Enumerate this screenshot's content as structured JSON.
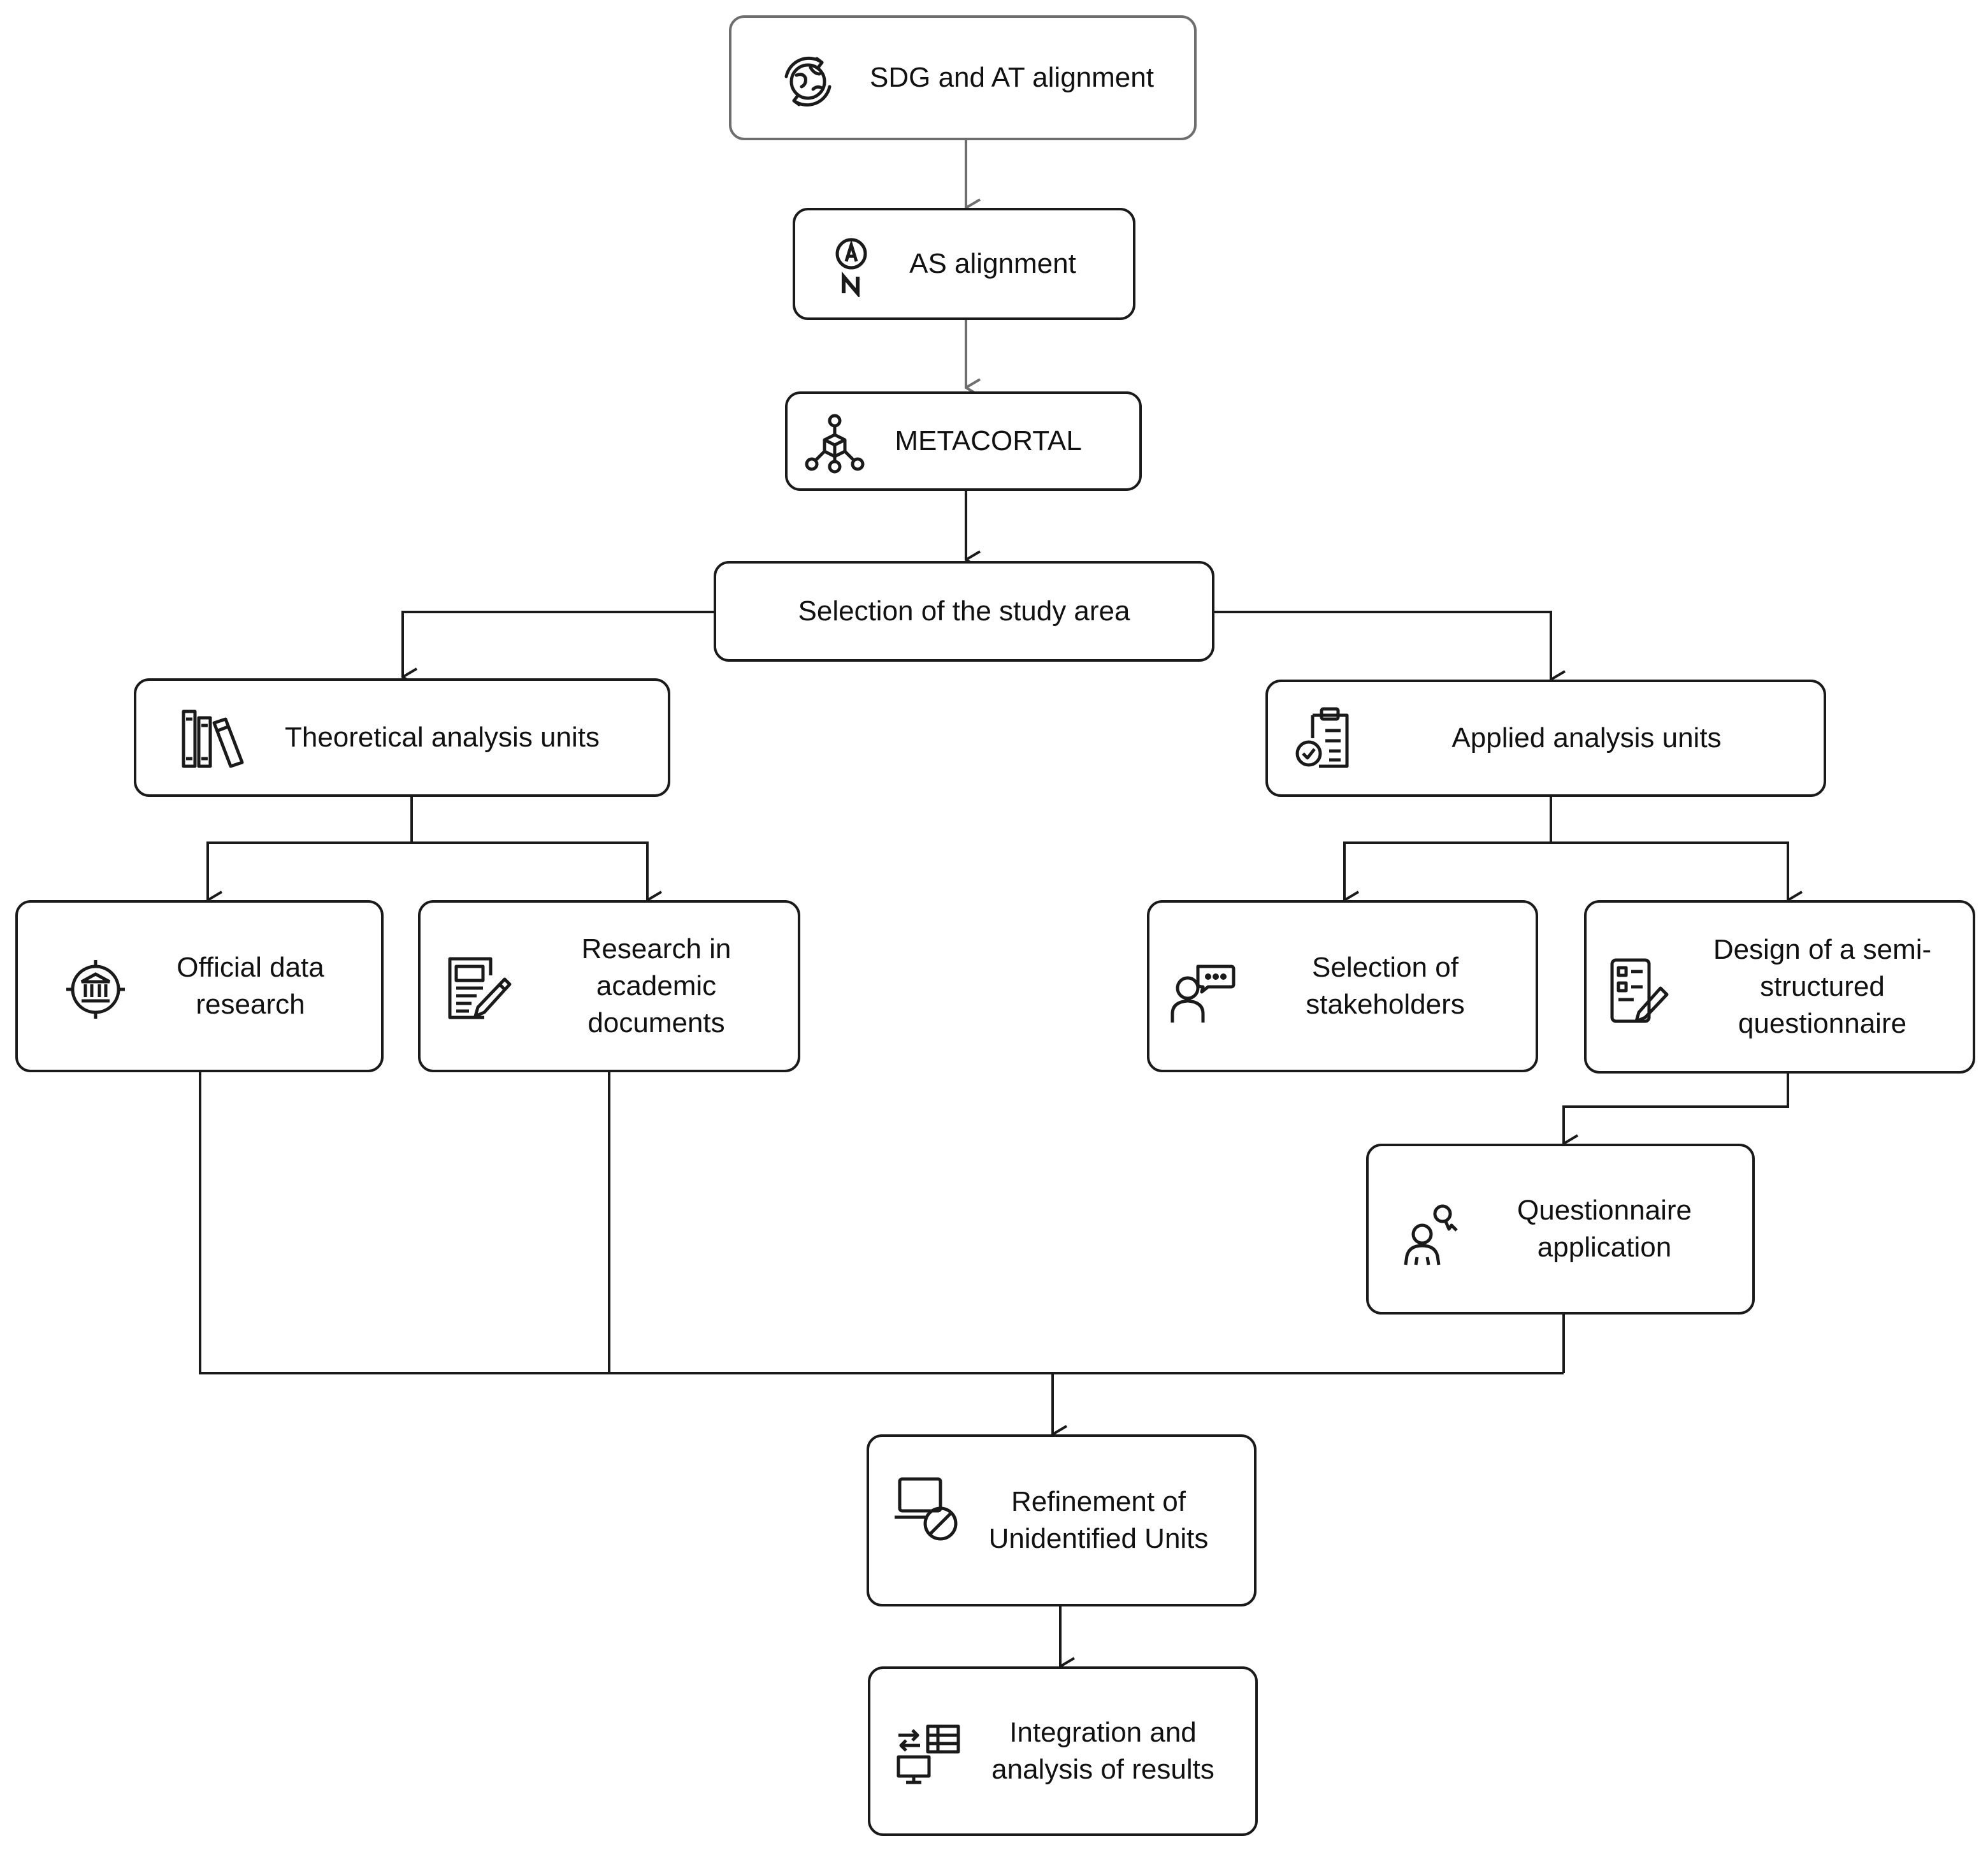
{
  "diagram": {
    "nodes": {
      "sdg_at": {
        "label": "SDG and AT alignment",
        "icon": "globe-cycle-icon"
      },
      "as_alignment": {
        "label": "AS alignment",
        "icon": "compass-north-icon"
      },
      "metacortal": {
        "label": "METACORTAL",
        "icon": "network-cube-icon"
      },
      "study_area": {
        "label": "Selection of the study area"
      },
      "theoretical": {
        "label": "Theoretical analysis units",
        "icon": "books-icon"
      },
      "applied": {
        "label": "Applied analysis units",
        "icon": "clipboard-check-icon"
      },
      "official_data": {
        "label": "Official data\nresearch",
        "icon": "bank-target-icon"
      },
      "academic_docs": {
        "label": "Research in\nacademic\ndocuments",
        "icon": "document-pencil-icon"
      },
      "stakeholders": {
        "label": "Selection of\nstakeholders",
        "icon": "person-speech-icon"
      },
      "questionnaire_design": {
        "label": "Design of a semi-\nstructured\nquestionnaire",
        "icon": "form-pencil-icon"
      },
      "questionnaire_application": {
        "label": "Questionnaire\napplication",
        "icon": "people-cursor-icon"
      },
      "refinement": {
        "label": "Refinement of\nUnidentified Units",
        "icon": "laptop-blocked-icon"
      },
      "integration": {
        "label": "Integration and\nanalysis of results",
        "icon": "computer-table-sync-icon"
      }
    },
    "edges": [
      {
        "from": "SDG and AT alignment",
        "to": "AS alignment"
      },
      {
        "from": "AS alignment",
        "to": "METACORTAL"
      },
      {
        "from": "METACORTAL",
        "to": "Selection of the study area"
      },
      {
        "from": "Selection of the study area",
        "to": "Theoretical analysis units"
      },
      {
        "from": "Selection of the study area",
        "to": "Applied analysis units"
      },
      {
        "from": "Theoretical analysis units",
        "to": "Official data research"
      },
      {
        "from": "Theoretical analysis units",
        "to": "Research in academic documents"
      },
      {
        "from": "Applied analysis units",
        "to": "Selection of stakeholders"
      },
      {
        "from": "Applied analysis units",
        "to": "Design of a semi-structured questionnaire"
      },
      {
        "from": "Design of a semi-structured questionnaire",
        "to": "Questionnaire application"
      },
      {
        "from": "Official data research",
        "to": "Refinement of Unidentified Units"
      },
      {
        "from": "Research in academic documents",
        "to": "Refinement of Unidentified Units"
      },
      {
        "from": "Questionnaire application",
        "to": "Refinement of Unidentified Units"
      },
      {
        "from": "Refinement of Unidentified Units",
        "to": "Integration and analysis of results"
      }
    ]
  },
  "colors": {
    "stroke": "#1a1a1a",
    "soft_stroke": "#6e6e6e",
    "text": "#111111",
    "background": "#ffffff"
  }
}
